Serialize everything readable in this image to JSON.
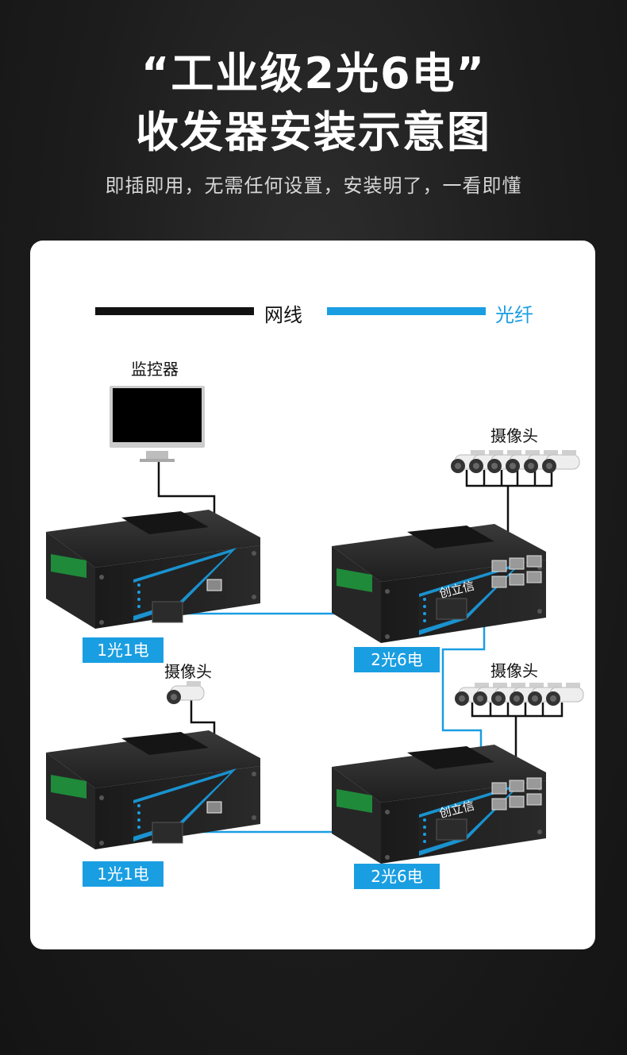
{
  "header": {
    "title_line1": "“工业级2光6电”",
    "title_line2": "收发器安装示意图",
    "subtitle": "即插即用，无需任何设置，安装明了，一看即懂"
  },
  "legend": {
    "cable_label": "网线",
    "fiber_label": "光纤",
    "cable_color": "#111111",
    "fiber_color": "#1a9ee2"
  },
  "devices": {
    "monitor_label": "监控器",
    "camera_label_top_right": "摄像头",
    "camera_label_bottom_left": "摄像头",
    "camera_label_bottom_right": "摄像头",
    "switch_top_left": "1光1电",
    "switch_top_right": "2光6电",
    "switch_bottom_left": "1光1电",
    "switch_bottom_right": "2光6电",
    "brand_top": "创立信",
    "brand_bottom": "创立信"
  },
  "icons": [
    "monitor-icon",
    "camera-icon",
    "switch-icon"
  ]
}
